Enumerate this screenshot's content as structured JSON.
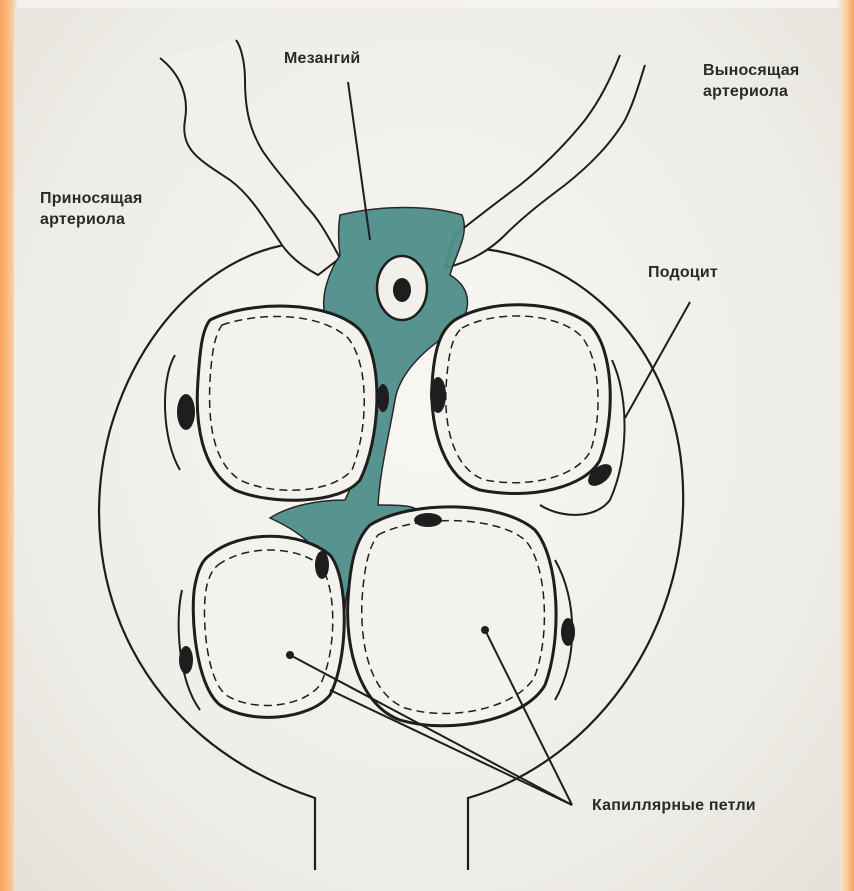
{
  "diagram": {
    "colors": {
      "mesangium": "#4f8f8a",
      "outline": "#1e1e1e",
      "background": "#f4f2ed",
      "border_orange": "#f6a35e"
    },
    "labels": {
      "mesangium": "Мезангий",
      "efferent_line1": "Выносящая",
      "efferent_line2": "артериола",
      "afferent_line1": "Приносящая",
      "afferent_line2": "артериола",
      "podocyte": "Подоцит",
      "capillary_loops": "Капиллярные петли"
    }
  }
}
